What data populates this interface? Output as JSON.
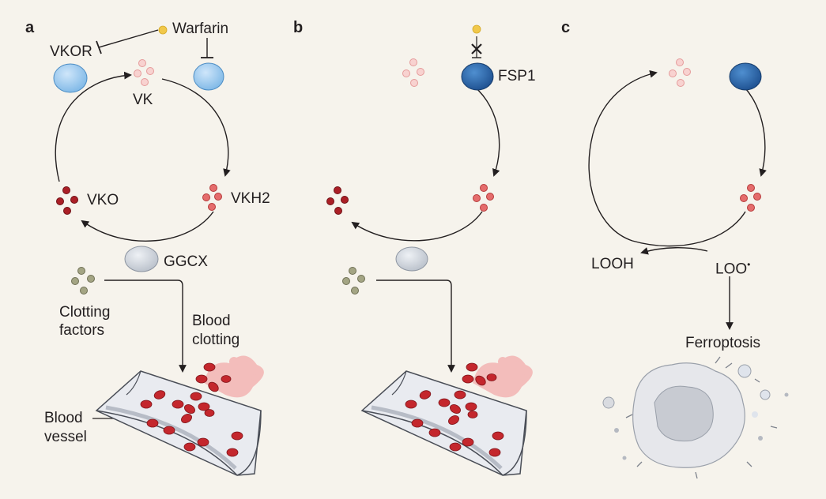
{
  "panels": {
    "a": {
      "letter": "a",
      "inhibitor": "Warfarin",
      "left_enzyme": "VKOR",
      "top_molecule": "VK",
      "reduced": "VKH2",
      "oxidized": "VKO",
      "carboxylase": "GGCX",
      "factors_line1": "Clotting",
      "factors_line2": "factors",
      "outcome_line1": "Blood",
      "outcome_line2": "clotting",
      "vessel_line1": "Blood",
      "vessel_line2": "vessel"
    },
    "b": {
      "letter": "b",
      "enzyme": "FSP1"
    },
    "c": {
      "letter": "c",
      "hydroperoxide": "LOOH",
      "radical": "LOO",
      "radical_mark": "•",
      "outcome": "Ferroptosis"
    }
  },
  "colors": {
    "background": "#f6f3ec",
    "vk_light": "#f6c3c3",
    "vkh2": "#e06868",
    "vko": "#a81d25",
    "vkor_blue": "#9fcdef",
    "fsp1_blue": "#2f6db0",
    "ggcx_grey": "#d4d9e0",
    "factors": "#9b9c7e",
    "red_cell": "#c4272d",
    "vessel": "#e8eaef"
  }
}
